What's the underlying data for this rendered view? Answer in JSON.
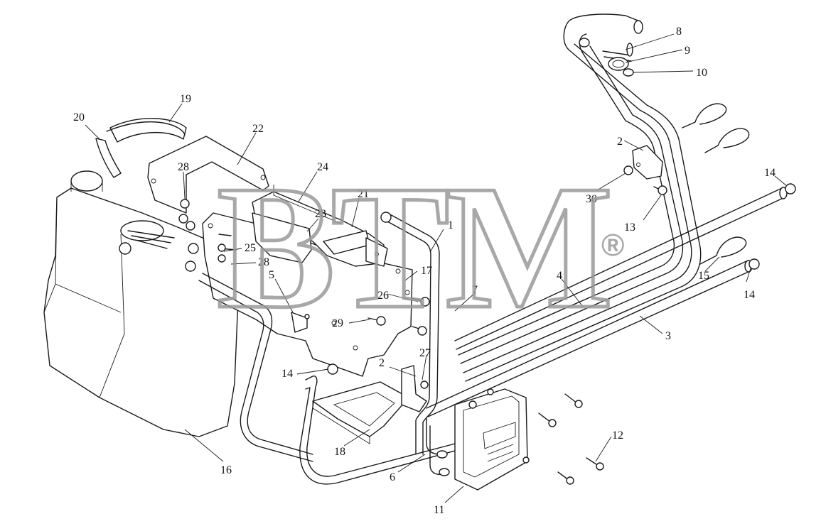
{
  "watermark": {
    "text": "BTM",
    "registered_mark": "®",
    "color": "#9a9a9a"
  },
  "callouts": {
    "c1": "1",
    "c2a": "2",
    "c2b": "2",
    "c3": "3",
    "c4": "4",
    "c5": "5",
    "c6": "6",
    "c7": "7",
    "c8": "8",
    "c9": "9",
    "c10": "10",
    "c11": "11",
    "c12": "12",
    "c13": "13",
    "c14a": "14",
    "c14b": "14",
    "c14c": "14",
    "c15": "15",
    "c16": "16",
    "c17": "17",
    "c18": "18",
    "c19": "19",
    "c20": "20",
    "c21": "21",
    "c22": "22",
    "c23": "23",
    "c24": "24",
    "c25": "25",
    "c26": "26",
    "c27": "27",
    "c28a": "28",
    "c28b": "28",
    "c29": "29",
    "c30": "30"
  }
}
